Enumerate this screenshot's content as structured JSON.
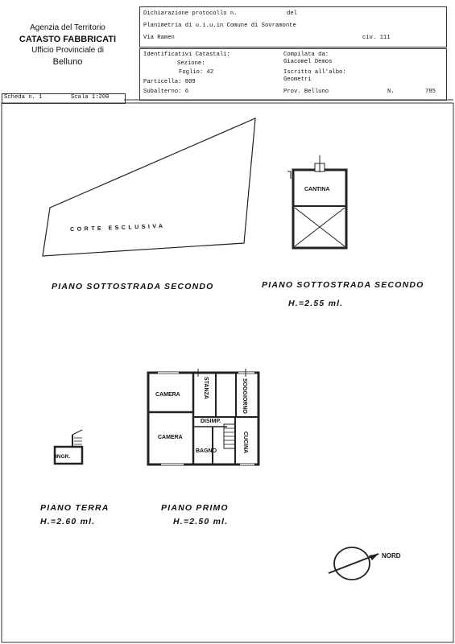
{
  "header": {
    "agency_line1": "Agenzia del Territorio",
    "agency_line2": "CATASTO FABBRICATI",
    "agency_line3": "Ufficio Provinciale di",
    "agency_line4": "Belluno",
    "decl_label": "Dichiarazione protocollo n.",
    "decl_del": "del",
    "planimetria": "Planimetria di u.i.u.in Comune di Sovramonte",
    "via": "Via Ramen",
    "civ": "civ. 111",
    "ident_title": "Identificativi Catastali:",
    "sezione": "Sezione:",
    "foglio": "Foglio: 42",
    "particella": "Particella: 809",
    "subalterno": "Subalterno: 6",
    "compilata_label": "Compilata da:",
    "compilata_name": "Giacomel Demos",
    "iscritto_label": "Iscritto all'albo:",
    "iscritto_value": "Geometri",
    "prov": "Prov. Belluno",
    "n_label": "N.",
    "n_value": "785",
    "scheda": "Scheda n. 1",
    "scala": "Scala 1:200"
  },
  "plan": {
    "corte": "CORTE ESCLUSIVA",
    "cantina": "CANTINA",
    "piano_sotto_1": "PIANO SOTTOSTRADA SECONDO",
    "piano_sotto_2": "PIANO SOTTOSTRADA SECONDO",
    "h_255": "H.=2.55 ml.",
    "room_camera1": "CAMERA",
    "room_stanza": "STANZA",
    "room_soggiorno": "SOGGIORNO",
    "room_disimp": "DISIMP.",
    "room_camera2": "CAMERA",
    "room_bagno": "BAGNO",
    "room_cucina": "CUCINA",
    "ingr": "INGR.",
    "piano_terra": "PIANO TERRA",
    "h_260": "H.=2.60 ml.",
    "piano_primo": "PIANO PRIMO",
    "h_250": "H.=2.50 ml.",
    "nord": "NORD"
  }
}
